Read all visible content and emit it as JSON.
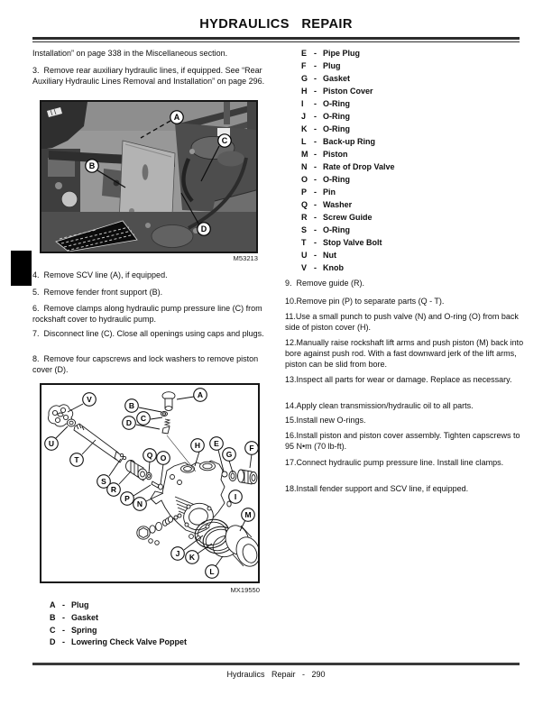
{
  "page": {
    "title": "HYDRAULICS REPAIR",
    "footer": "Hydraulics Repair - 290"
  },
  "misc": {
    "dash": "-"
  },
  "left": {
    "intro": "Installation” on page 338 in the Miscellaneous section.",
    "step3": "3.  Remove rear auxiliary hydraulic lines, if equipped. See “Rear Auxiliary Hydraulic Lines Removal and Installation” on page 296.",
    "photo": {
      "caption": "M53213",
      "callouts": [
        "A",
        "B",
        "C",
        "D"
      ]
    },
    "steps": [
      "4.  Remove SCV line (A), if equipped.",
      "5.  Remove fender front support (B).",
      "6.  Remove clamps along hydraulic pump pressure line (C) from rockshaft cover to hydraulic pump.",
      "7.  Disconnect line (C). Close all openings using caps and plugs.",
      "8.  Remove four capscrews and lock washers to remove piston cover (D)."
    ],
    "diagram": {
      "caption": "MX19550",
      "callouts": [
        "V",
        "A",
        "B",
        "C",
        "D",
        "U",
        "T",
        "S",
        "R",
        "Q",
        "O",
        "P",
        "N",
        "H",
        "E",
        "G",
        "F",
        "I",
        "M",
        "J",
        "K",
        "L"
      ]
    },
    "legend": [
      {
        "key": "A",
        "label": "Plug"
      },
      {
        "key": "B",
        "label": "Gasket"
      },
      {
        "key": "C",
        "label": "Spring"
      },
      {
        "key": "D",
        "label": "Lowering Check Valve Poppet"
      }
    ]
  },
  "right": {
    "legend": [
      {
        "key": "E",
        "label": "Pipe Plug"
      },
      {
        "key": "F",
        "label": "Plug"
      },
      {
        "key": "G",
        "label": "Gasket"
      },
      {
        "key": "H",
        "label": "Piston Cover"
      },
      {
        "key": "I",
        "label": "O-Ring"
      },
      {
        "key": "J",
        "label": "O-Ring"
      },
      {
        "key": "K",
        "label": "O-Ring"
      },
      {
        "key": "L",
        "label": "Back-up Ring"
      },
      {
        "key": "M",
        "label": "Piston"
      },
      {
        "key": "N",
        "label": "Rate of Drop Valve"
      },
      {
        "key": "O",
        "label": "O-Ring"
      },
      {
        "key": "P",
        "label": "Pin"
      },
      {
        "key": "Q",
        "label": "Washer"
      },
      {
        "key": "R",
        "label": "Screw Guide"
      },
      {
        "key": "S",
        "label": "O-Ring"
      },
      {
        "key": "T",
        "label": "Stop Valve Bolt"
      },
      {
        "key": "U",
        "label": "Nut"
      },
      {
        "key": "V",
        "label": "Knob"
      }
    ],
    "steps": [
      "9.  Remove guide (R).",
      "10.Remove pin (P) to separate parts (Q - T).",
      "11.Use a small punch to push valve (N) and O-ring (O) from back side of piston cover (H).",
      "12.Manually raise rockshaft lift arms and push piston (M) back into bore against push rod. With a fast downward jerk of the lift arms, piston can be slid from bore.",
      "13.Inspect all parts for wear or damage. Replace as necessary.",
      "14.Apply clean transmission/hydraulic oil to all parts.",
      "15.Install new O-rings.",
      "16.Install piston and piston cover assembly. Tighten capscrews to 95 N•m (70 lb-ft).",
      "17.Connect hydraulic pump pressure line. Install line clamps.",
      "18.Install fender support and SCV line, if equipped."
    ]
  }
}
